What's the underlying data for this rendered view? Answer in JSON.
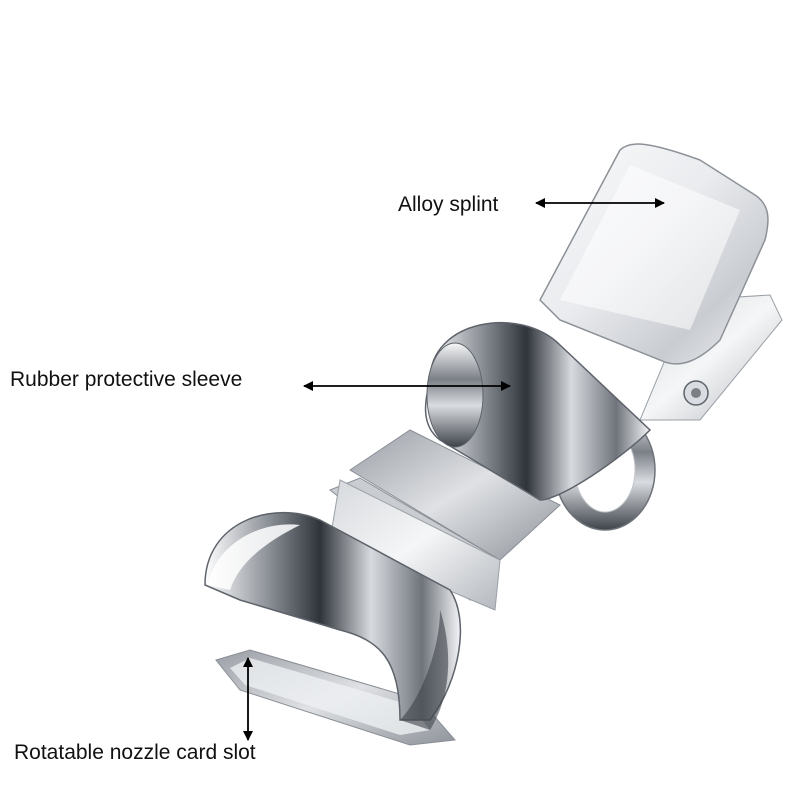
{
  "annotations": {
    "alloy_splint": "Alloy splint",
    "rubber_sleeve": "Rubber protective sleeve",
    "nozzle_slot": "Rotatable nozzle card slot"
  },
  "colors": {
    "background": "#ffffff",
    "text": "#111111",
    "arrow": "#000000",
    "metal_light": "#f4f5f7",
    "metal_mid": "#b8bcc2",
    "metal_dark": "#5e636b"
  }
}
